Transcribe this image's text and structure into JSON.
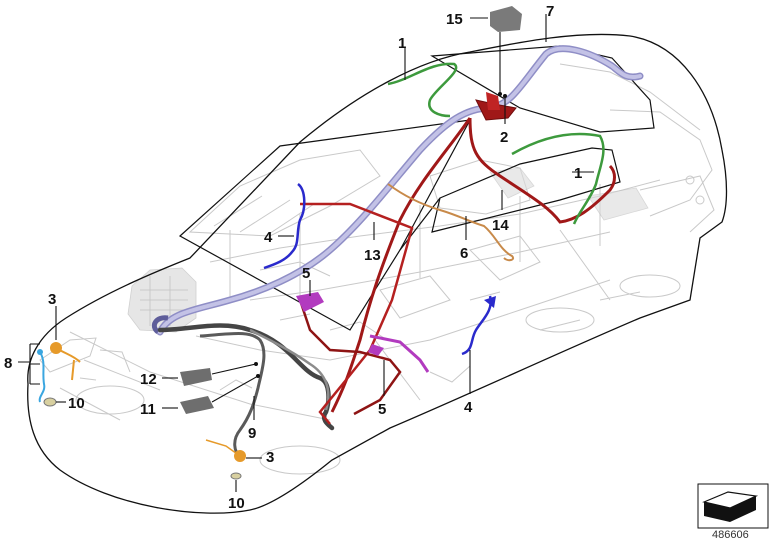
{
  "document_number": "486606",
  "colors": {
    "outline": "#111111",
    "ghost_parts": "#cfcfcf",
    "main_harness": "#a9a8d6",
    "red_harness": "#a01818",
    "green_harness": "#3d9a3d",
    "blue_harness": "#2a2acc",
    "magenta_harness": "#b23bbf",
    "orange_harness": "#e69a2a",
    "tan_harness": "#c88a4a",
    "dark_harness": "#4a4a4a",
    "cyan_harness": "#3aa6e0"
  },
  "callouts": [
    {
      "id": "c1a",
      "label": "1"
    },
    {
      "id": "c1b",
      "label": "1"
    },
    {
      "id": "c2",
      "label": "2"
    },
    {
      "id": "c3a",
      "label": "3"
    },
    {
      "id": "c3b",
      "label": "3"
    },
    {
      "id": "c4a",
      "label": "4"
    },
    {
      "id": "c4b",
      "label": "4"
    },
    {
      "id": "c5a",
      "label": "5"
    },
    {
      "id": "c5b",
      "label": "5"
    },
    {
      "id": "c6",
      "label": "6"
    },
    {
      "id": "c7",
      "label": "7"
    },
    {
      "id": "c8",
      "label": "8"
    },
    {
      "id": "c9",
      "label": "9"
    },
    {
      "id": "c10a",
      "label": "10"
    },
    {
      "id": "c10b",
      "label": "10"
    },
    {
      "id": "c11",
      "label": "11"
    },
    {
      "id": "c12",
      "label": "12"
    },
    {
      "id": "c13",
      "label": "13"
    },
    {
      "id": "c14",
      "label": "14"
    },
    {
      "id": "c15",
      "label": "15"
    }
  ]
}
